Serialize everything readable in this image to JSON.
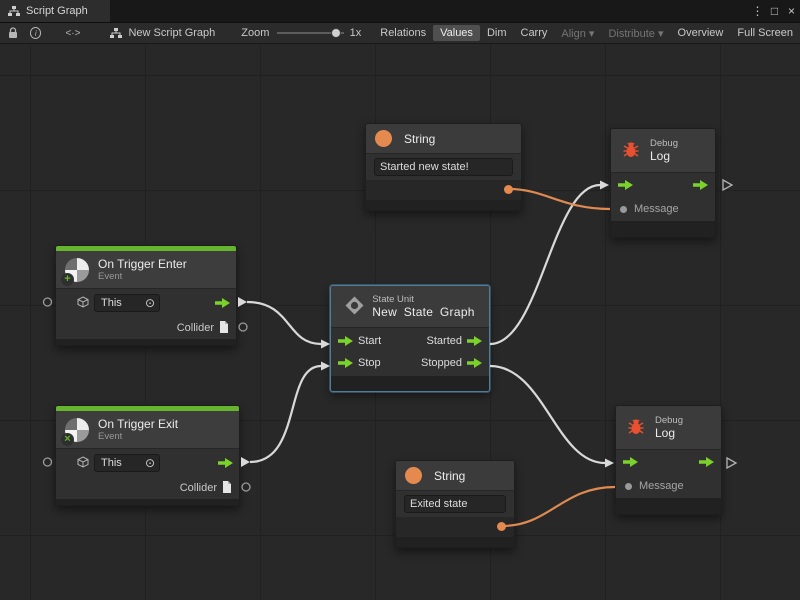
{
  "tab_bar": {
    "title": "Script Graph",
    "menu_glyph": "⋮",
    "maximize_glyph": "□",
    "close_glyph": "×"
  },
  "toolbar": {
    "info_glyph": "i",
    "code_glyph": "<·>",
    "graph_name": "New Script Graph",
    "zoom_label": "Zoom",
    "zoom_value": "1x",
    "relations": "Relations",
    "values": "Values",
    "dim": "Dim",
    "carry": "Carry",
    "align": "Align",
    "distribute": "Distribute",
    "dropdown_glyph": "▾",
    "overview": "Overview",
    "fullscreen": "Full Screen"
  },
  "nodes": {
    "string_top": {
      "title": "String",
      "value": "Started new state!"
    },
    "debug_top": {
      "kicker": "Debug",
      "title": "Log",
      "message": "Message"
    },
    "trigger_enter": {
      "title": "On Trigger Enter",
      "subtitle": "Event",
      "badge_glyph": "+",
      "target": "This",
      "target_glyph": "⊙",
      "output": "Collider"
    },
    "state_unit": {
      "kicker": "State Unit",
      "title": "New State Graph",
      "in1": "Start",
      "in2": "Stop",
      "out1": "Started",
      "out2": "Stopped"
    },
    "trigger_exit": {
      "title": "On Trigger Exit",
      "subtitle": "Event",
      "badge_glyph": "×",
      "target": "This",
      "target_glyph": "⊙",
      "output": "Collider"
    },
    "string_bottom": {
      "title": "String",
      "value": "Exited state"
    },
    "debug_bottom": {
      "kicker": "Debug",
      "title": "Log",
      "message": "Message"
    }
  },
  "colors": {
    "wire": "#d9d9d9",
    "value_wire": "#de8a50",
    "flow_green": "#7ad22b",
    "value_orange": "#e58a4f",
    "event_green": "#66b52e",
    "selection": "#4f7d99",
    "bug_red": "#e8502f"
  }
}
